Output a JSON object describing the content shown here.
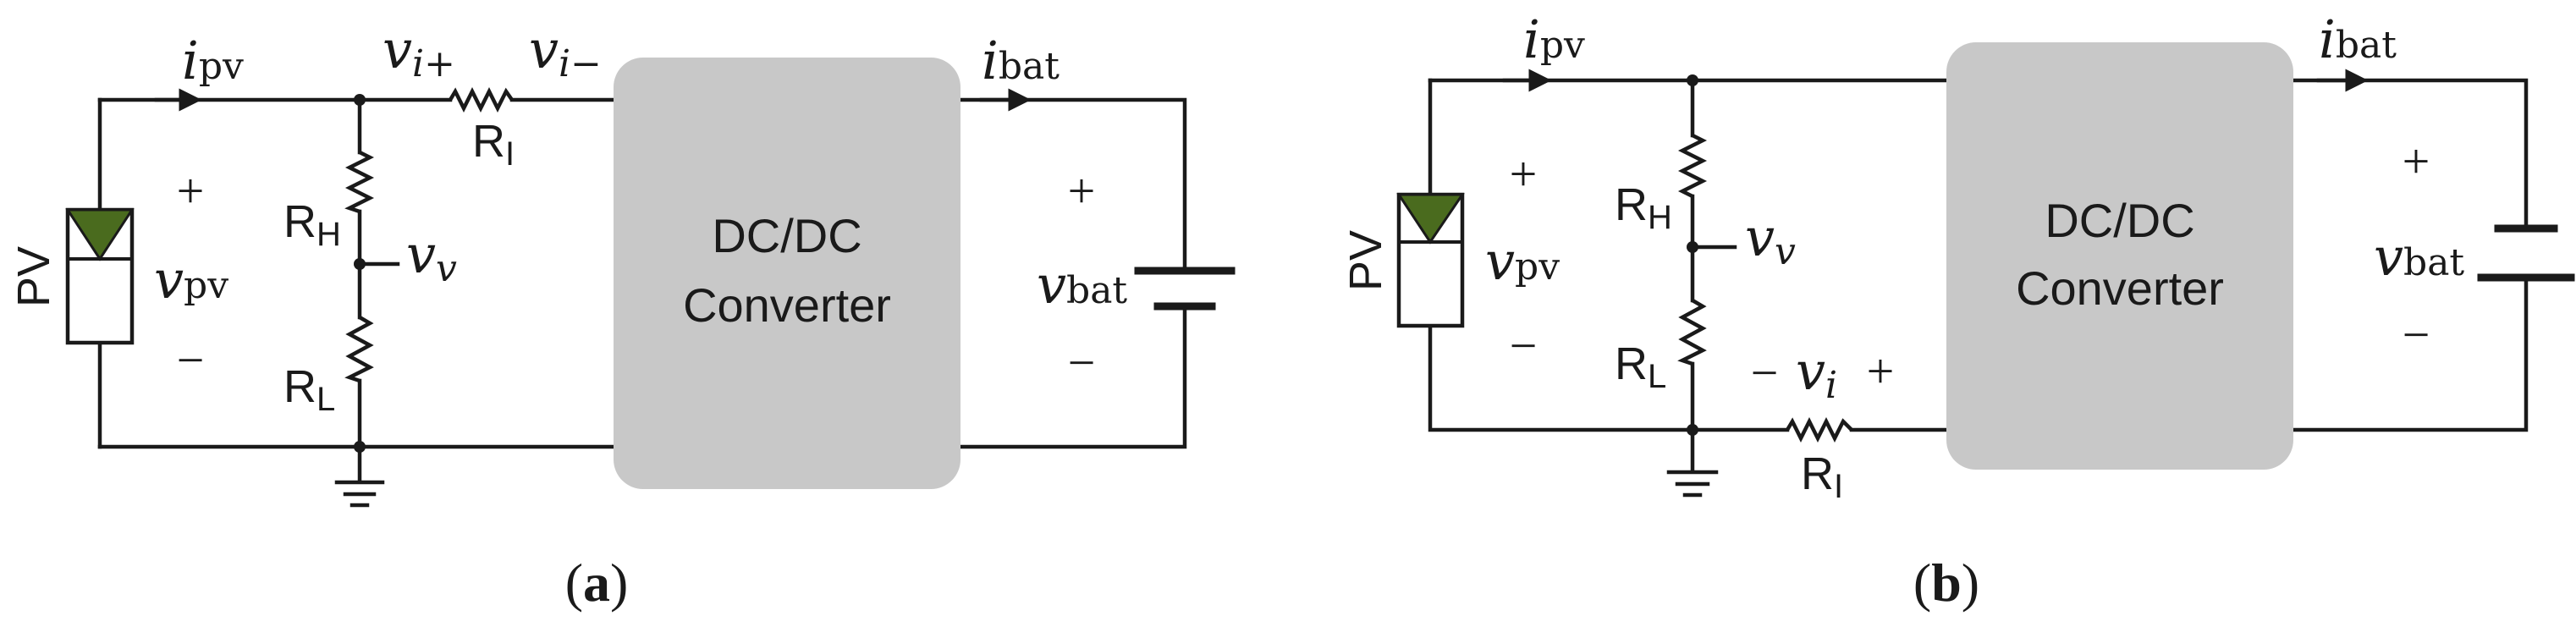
{
  "panel_a": {
    "caption_open": "(",
    "caption_letter": "a",
    "caption_close": ")",
    "converter_line1": "DC/DC",
    "converter_line2": "Converter",
    "pv_label": "PV",
    "i_pv": {
      "sym": "i",
      "sub": "pv"
    },
    "v_pv": {
      "sym": "v",
      "sub": "pv"
    },
    "v_i_plus": {
      "sym": "v",
      "sub": "i+"
    },
    "v_i_minus": {
      "sym": "v",
      "sub": "i−"
    },
    "v_v": {
      "sym": "v",
      "sub": "v"
    },
    "i_bat": {
      "sym": "i",
      "sub": "bat"
    },
    "v_bat": {
      "sym": "v",
      "sub": "bat"
    },
    "R_H": {
      "sym": "R",
      "sub": "H"
    },
    "R_L": {
      "sym": "R",
      "sub": "L"
    },
    "R_I": {
      "sym": "R",
      "sub": "I"
    },
    "plus": "+",
    "minus": "−"
  },
  "panel_b": {
    "caption_open": "(",
    "caption_letter": "b",
    "caption_close": ")",
    "converter_line1": "DC/DC",
    "converter_line2": "Converter",
    "pv_label": "PV",
    "i_pv": {
      "sym": "i",
      "sub": "pv"
    },
    "v_pv": {
      "sym": "v",
      "sub": "pv"
    },
    "v_i": {
      "sym": "v",
      "sub": "i"
    },
    "v_v": {
      "sym": "v",
      "sub": "v"
    },
    "i_bat": {
      "sym": "i",
      "sub": "bat"
    },
    "v_bat": {
      "sym": "v",
      "sub": "bat"
    },
    "R_H": {
      "sym": "R",
      "sub": "H"
    },
    "R_L": {
      "sym": "R",
      "sub": "L"
    },
    "R_I": {
      "sym": "R",
      "sub": "I"
    },
    "plus": "+",
    "minus": "−"
  },
  "colors": {
    "wire": "#1a1a1a",
    "converter_box": "#c8c8c8",
    "pv_triangle": "#4a6b1e"
  }
}
